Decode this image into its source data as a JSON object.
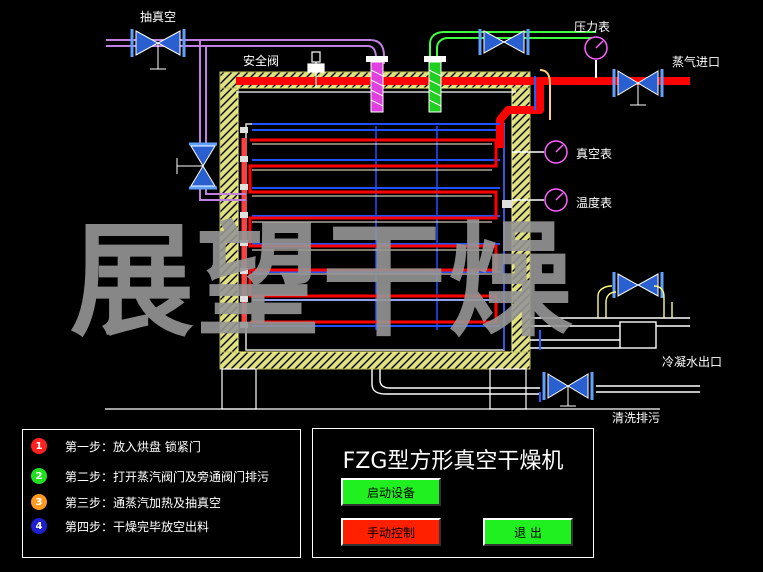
{
  "labels": {
    "vacuum_pump": "抽真空",
    "safety_valve": "安全阀",
    "pressure_gauge": "压力表",
    "steam_inlet": "蒸气进口",
    "vacuum_gauge": "真空表",
    "temp_gauge": "温度表",
    "condensate_outlet": "冷凝水出口",
    "drain": "清洗排污"
  },
  "watermark": "展望干燥",
  "steps": [
    {
      "num": "1",
      "text": "第一步：放入烘盘  锁紧门",
      "color": "#ff2020"
    },
    {
      "num": "2",
      "text": "第二步：打开蒸汽阀门及旁通阀门排污",
      "color": "#20e020"
    },
    {
      "num": "3",
      "text": "第三步：通蒸汽加热及抽真空",
      "color": "#ff9a20"
    },
    {
      "num": "4",
      "text": "第四步：干燥完毕放空出料",
      "color": "#2020d0"
    }
  ],
  "control": {
    "title": "FZG型方形真空干燥机",
    "start_label": "启动设备",
    "manual_label": "手动控制",
    "exit_label": "退  出"
  },
  "colors": {
    "steam": "#ff0000",
    "vacuum_pipe": "#c080e0",
    "cooling_pipe": "#40ff40",
    "insulation": "#d4d46a",
    "frame": "#ffff60",
    "shelf": "#2050ff",
    "start_btn": "#20f020",
    "manual_btn": "#ff2000",
    "exit_btn": "#20f020"
  }
}
